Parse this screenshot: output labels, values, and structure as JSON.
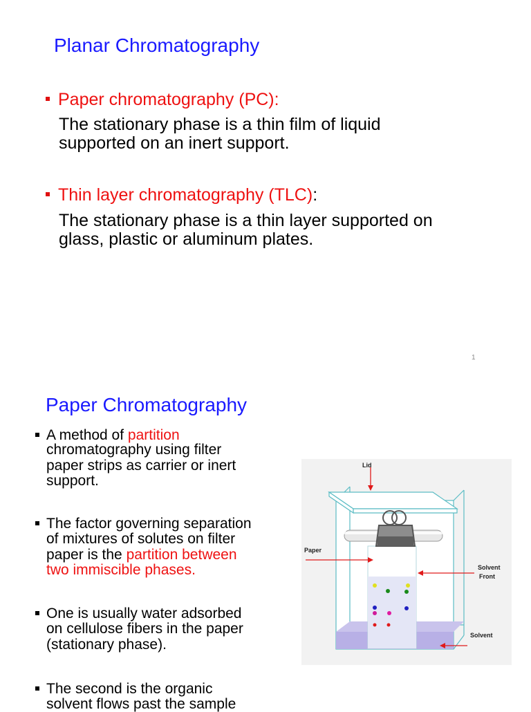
{
  "slide1": {
    "title": "Planar Chromatography",
    "items": [
      {
        "heading": "Paper chromatography (PC):",
        "heading_suffix": "",
        "body_line1": "The stationary phase is a thin film of liquid",
        "body_line2": "supported on an inert support."
      },
      {
        "heading": "Thin layer chromatography (TLC)",
        "heading_suffix": ":",
        "body_line1": "The stationary phase is a thin layer supported on",
        "body_line2": "glass, plastic or aluminum plates."
      }
    ],
    "page_number": "1"
  },
  "slide2": {
    "title": "Paper Chromatography",
    "bullets": [
      {
        "pre": "A method of ",
        "highlight": "partition",
        "lines": [
          "chromatography using filter",
          "paper strips as carrier or inert",
          "support."
        ]
      },
      {
        "line1": "The factor governing separation",
        "line2": "of mixtures of solutes on filter",
        "line3_pre": "paper is the ",
        "line3_highlight": "partition between",
        "line4_highlight": "two immiscible phases."
      },
      {
        "line1": "One is usually water adsorbed",
        "line2": "on cellulose fibers in the paper",
        "line3": "(stationary phase)."
      },
      {
        "line1": "The second is the organic",
        "line2": "solvent flows past the sample"
      }
    ],
    "diagram_labels": {
      "lid": "Lid",
      "paper": "Paper",
      "solvent_front_1": "Solvent",
      "solvent_front_2": "Front",
      "solvent": "Solvent"
    }
  },
  "colors": {
    "title": "#1a1aff",
    "highlight": "#ee1111"
  }
}
